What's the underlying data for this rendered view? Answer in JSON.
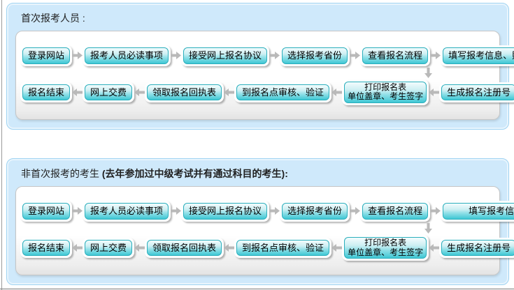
{
  "colors": {
    "section_bg": "#cfe9fb",
    "section_border": "#9ed3f2",
    "panel_border": "#c6c6c6",
    "node_border_teal": "#2aaebc",
    "node_fill_top": "#f3fcfd",
    "node_fill_bottom": "#3fc7d4",
    "arrow_gray": "#b9b9b9"
  },
  "icons": {
    "arrow_right": "arrow-right-icon",
    "arrow_left": "arrow-left-icon",
    "arrow_down": "arrow-down-icon"
  },
  "sections": [
    {
      "title": "首次报考人员 :",
      "title_bold": "",
      "row1": [
        {
          "lines": [
            "登录网站"
          ]
        },
        {
          "lines": [
            "报考人员必读事项"
          ]
        },
        {
          "lines": [
            "接受网上报名协议"
          ]
        },
        {
          "lines": [
            "选择报考省份"
          ]
        },
        {
          "lines": [
            "查看报名流程"
          ]
        },
        {
          "lines": [
            "填写报考信息、照片上传"
          ]
        }
      ],
      "row2": [
        {
          "lines": [
            "报名结束"
          ]
        },
        {
          "lines": [
            "网上交费"
          ]
        },
        {
          "lines": [
            "领取报名回执表"
          ]
        },
        {
          "lines": [
            "到报名点审核、验证"
          ]
        },
        {
          "lines": [
            "打印报名表",
            "单位盖章、考生签字"
          ]
        },
        {
          "lines": [
            "生成报名注册号"
          ]
        }
      ]
    },
    {
      "title": "非首次报考的考生 ",
      "title_bold": "(去年参加过中级考试并有通过科目的考生):",
      "row1": [
        {
          "lines": [
            "登录网站"
          ]
        },
        {
          "lines": [
            "报考人员必读事项"
          ]
        },
        {
          "lines": [
            "接受网上报名协议"
          ]
        },
        {
          "lines": [
            "选择报考省份"
          ]
        },
        {
          "lines": [
            "查看报名流程"
          ]
        },
        {
          "lines": [
            "填写报考信息"
          ],
          "wide": true
        }
      ],
      "row2": [
        {
          "lines": [
            "报名结束"
          ]
        },
        {
          "lines": [
            "网上交费"
          ]
        },
        {
          "lines": [
            "领取报名回执表"
          ]
        },
        {
          "lines": [
            "到报名点审核、验证"
          ]
        },
        {
          "lines": [
            "打印报名表",
            "单位盖章、考生签字"
          ]
        },
        {
          "lines": [
            "生成报名注册号"
          ]
        }
      ]
    }
  ]
}
